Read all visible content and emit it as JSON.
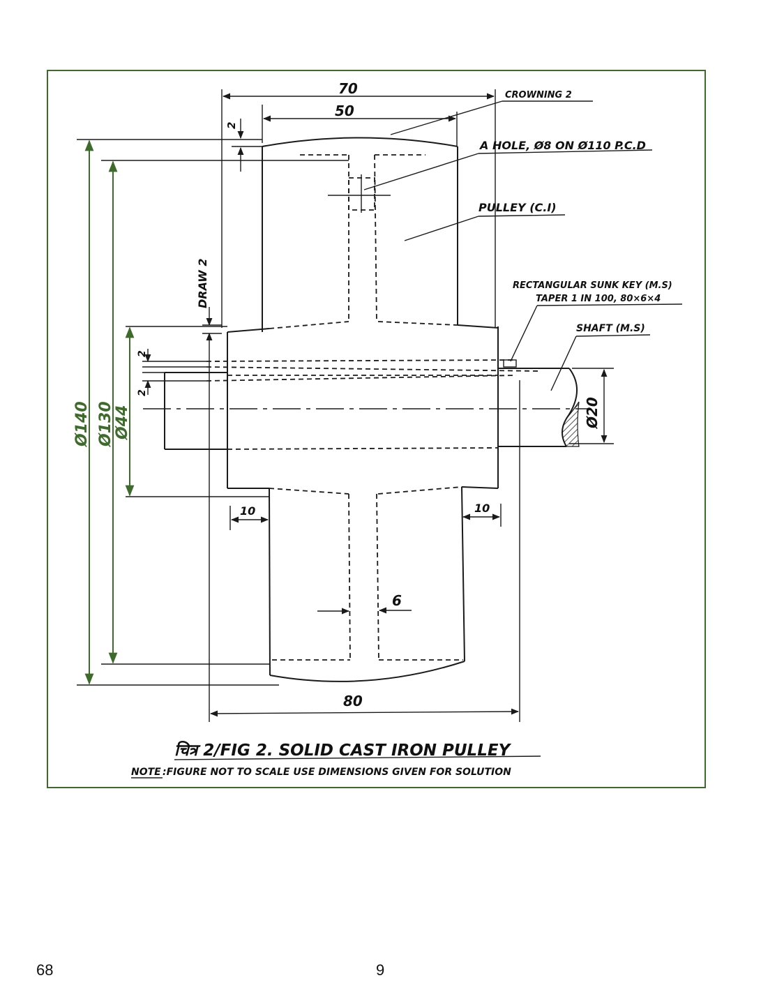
{
  "figure": {
    "caption": "चित्र 2/FIG 2. SOLID CAST IRON PULLEY",
    "note_prefix": "NOTE",
    "note_text": ":FIGURE NOT TO SCALE USE DIMENSIONS GIVEN FOR SOLUTION"
  },
  "labels": {
    "crowning": "CROWNING 2",
    "hole": "A HOLE, Ø8 ON Ø110 P.C.D",
    "pulley": "PULLEY (C.I)",
    "key_line1": "RECTANGULAR SUNK KEY (M.S)",
    "key_line2": "TAPER 1 IN 100, 80×6×4",
    "shaft": "SHAFT (M.S)",
    "draw": "DRAW 2"
  },
  "dimensions": {
    "top_width": "70",
    "rim_width": "50",
    "crown_height": "2",
    "d140": "Ø140",
    "d130": "Ø130",
    "d44": "Ø44",
    "key_up": "2",
    "key_down": "2",
    "left_offset": "10",
    "right_offset": "10",
    "web": "6",
    "bottom_width": "80",
    "shaft_dia": "Ø20"
  },
  "colors": {
    "ink": "#1a1a1a",
    "dimension_green": "#3d6b2a"
  },
  "footer": {
    "left": "68",
    "center": "9"
  }
}
